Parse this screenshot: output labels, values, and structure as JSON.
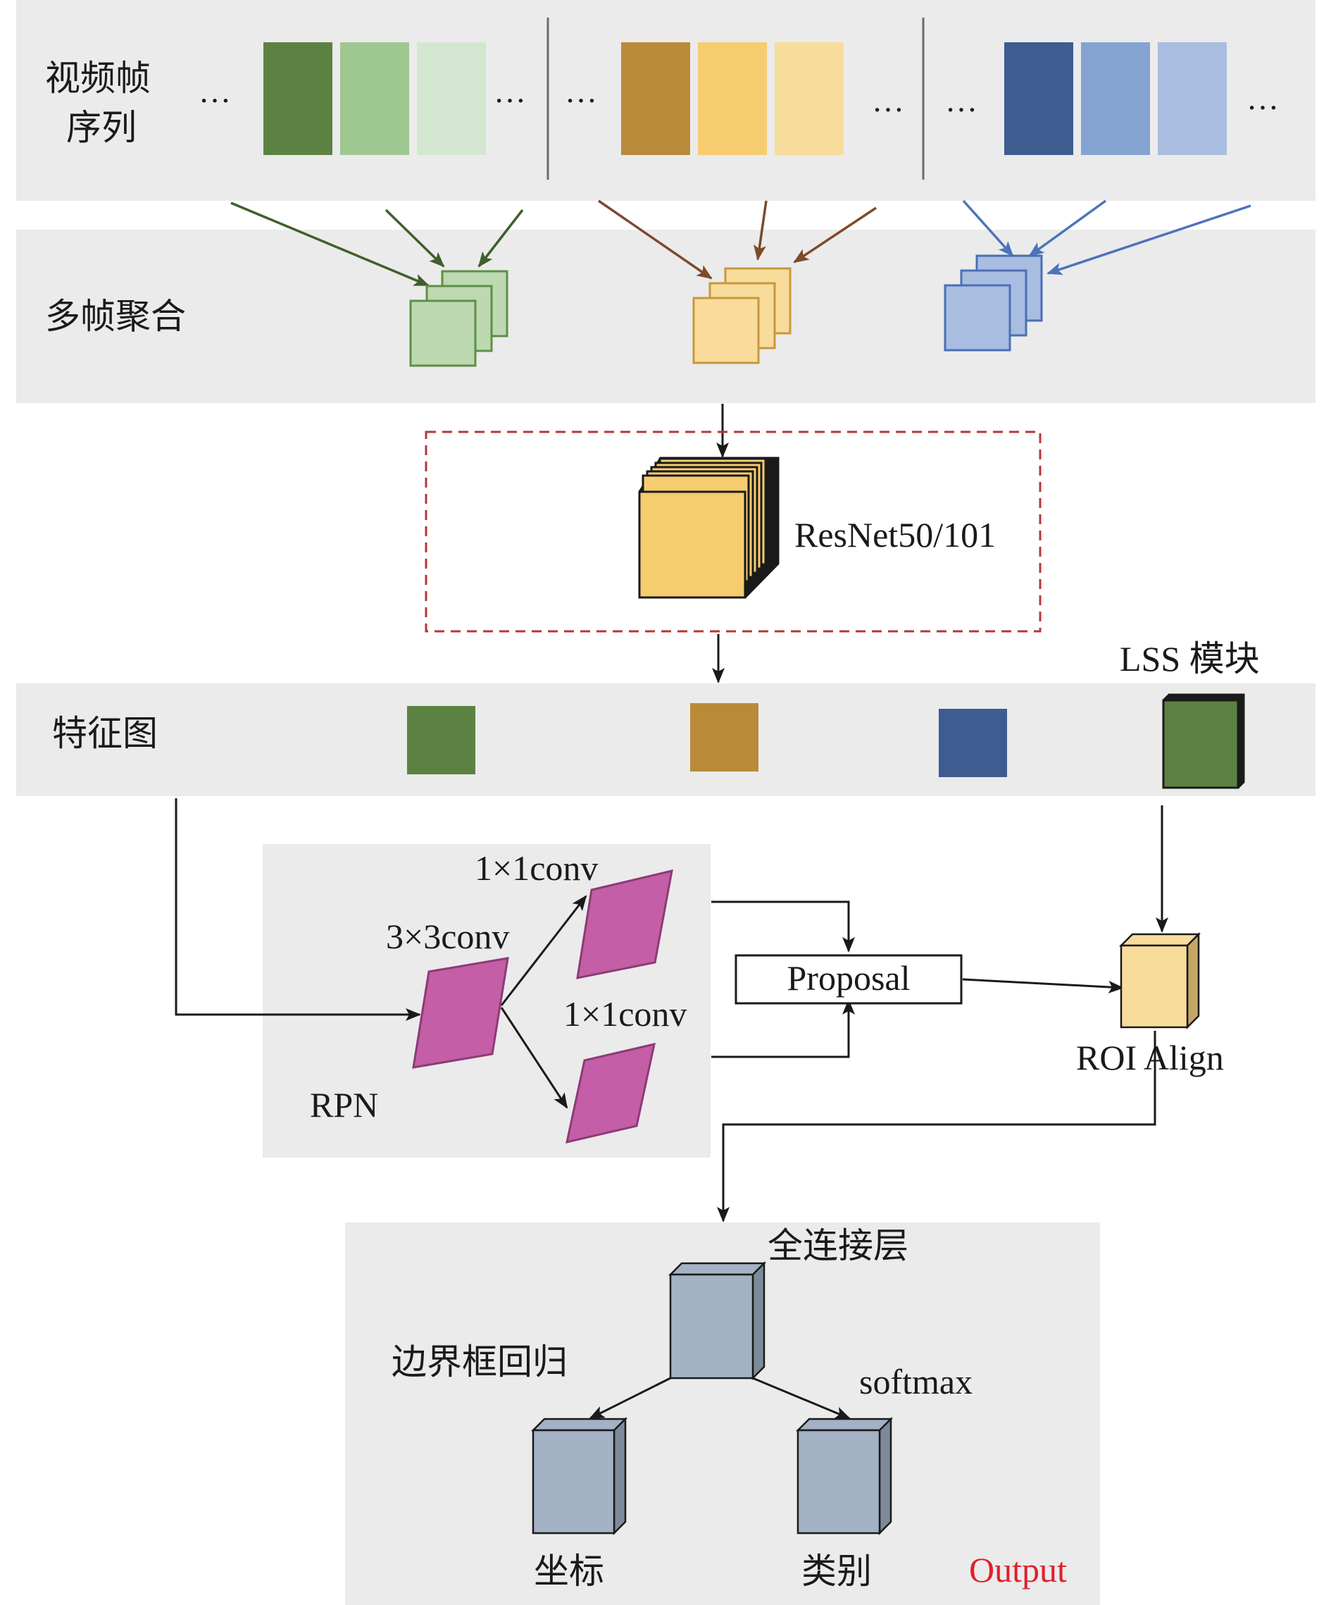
{
  "labels": {
    "frame_sequence_line1": "视频帧",
    "frame_sequence_line2": "序列",
    "multi_frame_aggregation": "多帧聚合",
    "backbone": "ResNet50/101",
    "feature_map": "特征图",
    "lss_module": "LSS 模块",
    "conv_1x1_top": "1×1conv",
    "conv_3x3": "3×3conv",
    "conv_1x1_bottom": "1×1conv",
    "proposal": "Proposal",
    "rpn": "RPN",
    "roi_align": "ROI Align",
    "fully_connected": "全连接层",
    "bbox_regression": "边界框回归",
    "softmax": "softmax",
    "coordinates": "坐标",
    "category": "类别",
    "output": "Output",
    "ellipsis": "…"
  },
  "colors": {
    "panel_bg": "#ebebeb",
    "green_dark": "#5c8243",
    "green_mid": "#9fc792",
    "green_light": "#d3e7d0",
    "green_block": "#bcd9b2",
    "green_stroke": "#5e8f46",
    "gold_dark": "#b98b39",
    "gold_mid": "#f6cc6f",
    "gold_light": "#f8dc9c",
    "gold_block": "#f9dc9c",
    "gold_stroke": "#c7983d",
    "blue_dark": "#3e5c8f",
    "blue_mid": "#85a3d1",
    "blue_light": "#a9bde0",
    "blue_block": "#a9bde0",
    "blue_stroke": "#4a6fb5",
    "arrow_green": "#3f5f2c",
    "arrow_brown": "#7d4a2a",
    "arrow_blue": "#4a74bb",
    "resnet_fill": "#f6cc6f",
    "dashed_red": "#b5373a",
    "rpn_magenta": "#c45ea6",
    "rpn_stroke": "#8d3a78",
    "roi_fill": "#f8dc9c",
    "fc_fill": "#a3b2c4",
    "output_red": "#e0202a"
  }
}
